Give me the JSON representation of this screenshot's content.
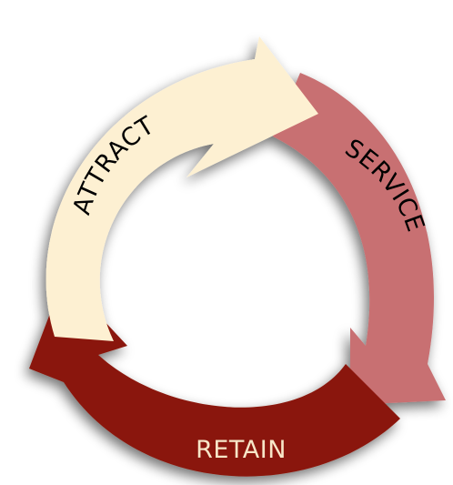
{
  "diagram": {
    "type": "cycle",
    "segments": [
      {
        "id": "attract",
        "label": "ATTRACT",
        "fill": "#fdf0d2",
        "text_color": "#000000"
      },
      {
        "id": "service",
        "label": "SERVICE",
        "fill": "#c87072",
        "text_color": "#000000"
      },
      {
        "id": "retain",
        "label": "RETAIN",
        "fill": "#8a1708",
        "text_color": "#f7e6c8"
      }
    ]
  }
}
